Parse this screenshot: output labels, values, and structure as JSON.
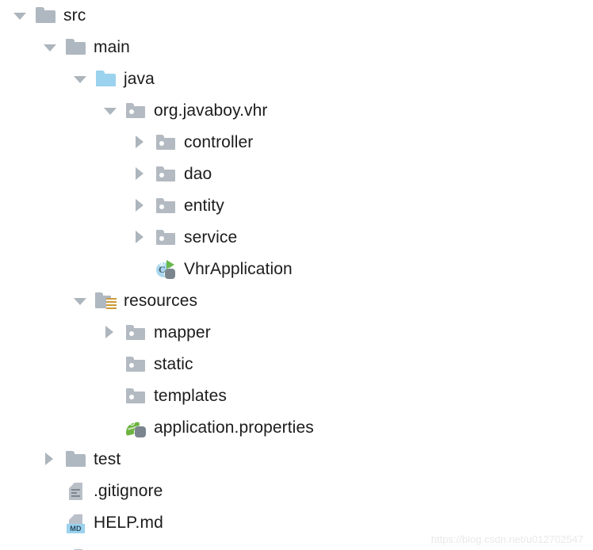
{
  "app": {
    "name": "project-tree",
    "text_color": "#1c1c1c",
    "folder_gray": "#afb8c0",
    "folder_blue": "#9bd2ee",
    "spring_green": "#6db33f",
    "resource_orange": "#cc9a39",
    "md_badge_blue": "#9bd2ee",
    "twisty_gray": "#adb5bd",
    "background": "#ffffff"
  },
  "watermark": {
    "text": "https://blog.csdn.net/u012702547"
  },
  "tree": {
    "rows": [
      {
        "label": "src",
        "depth": 0,
        "twisty": "down",
        "icon": "folder-gray",
        "icon_name": "folder-icon"
      },
      {
        "label": "main",
        "depth": 1,
        "twisty": "down",
        "icon": "folder-gray",
        "icon_name": "folder-icon"
      },
      {
        "label": "java",
        "depth": 2,
        "twisty": "down",
        "icon": "folder-blue",
        "icon_name": "source-folder-icon"
      },
      {
        "label": "org.javaboy.vhr",
        "depth": 3,
        "twisty": "down",
        "icon": "package",
        "icon_name": "package-icon"
      },
      {
        "label": "controller",
        "depth": 4,
        "twisty": "right",
        "icon": "package",
        "icon_name": "package-icon"
      },
      {
        "label": "dao",
        "depth": 4,
        "twisty": "right",
        "icon": "package",
        "icon_name": "package-icon"
      },
      {
        "label": "entity",
        "depth": 4,
        "twisty": "right",
        "icon": "package",
        "icon_name": "package-icon"
      },
      {
        "label": "service",
        "depth": 4,
        "twisty": "right",
        "icon": "package",
        "icon_name": "package-icon"
      },
      {
        "label": "VhrApplication",
        "depth": 4,
        "twisty": "none",
        "icon": "run-class",
        "icon_name": "java-run-class-icon"
      },
      {
        "label": "resources",
        "depth": 2,
        "twisty": "down",
        "icon": "resources-folder",
        "icon_name": "resources-folder-icon"
      },
      {
        "label": "mapper",
        "depth": 3,
        "twisty": "right",
        "icon": "package",
        "icon_name": "package-icon"
      },
      {
        "label": "static",
        "depth": 3,
        "twisty": "none",
        "icon": "package",
        "icon_name": "package-icon"
      },
      {
        "label": "templates",
        "depth": 3,
        "twisty": "none",
        "icon": "package",
        "icon_name": "package-icon"
      },
      {
        "label": "application.properties",
        "depth": 3,
        "twisty": "none",
        "icon": "spring",
        "icon_name": "spring-boot-properties-icon"
      },
      {
        "label": "test",
        "depth": 1,
        "twisty": "right",
        "icon": "folder-gray",
        "icon_name": "folder-icon"
      },
      {
        "label": ".gitignore",
        "depth": 1,
        "twisty": "none",
        "icon": "doc",
        "icon_name": "text-file-icon"
      },
      {
        "label": "HELP.md",
        "depth": 1,
        "twisty": "none",
        "icon": "doc-md",
        "icon_name": "markdown-file-icon",
        "badge": "MD"
      }
    ],
    "clipped_row": {
      "label": "",
      "depth": 1,
      "twisty": "none",
      "icon": "doc",
      "icon_name": "text-file-icon"
    }
  }
}
